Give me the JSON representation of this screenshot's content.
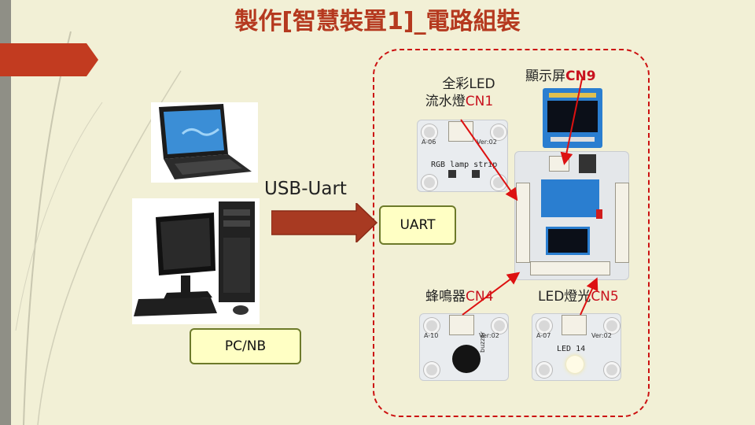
{
  "title": "製作[智慧裝置1]_電路組裝",
  "labels": {
    "rgb_line1": "全彩LED",
    "rgb_line2_prefix": "流水燈",
    "rgb_line2_suffix": "CN1",
    "display_prefix": "顯示屏",
    "display_suffix": "CN9",
    "usb_uart": "USB-Uart",
    "uart": "UART",
    "buzzer_prefix": "蜂鳴器",
    "buzzer_suffix": "CN4",
    "led_prefix": "LED燈光",
    "led_suffix": "CN5",
    "pc_nb": "PC/NB"
  },
  "board_text": {
    "rgb_strip": "RGB lamp strip",
    "rgb_id": "A-06",
    "buzzer_id": "A-10",
    "buzzer_word": "buzzer",
    "led_id": "A-07",
    "led_word": "LED 14",
    "ver": "Ver:02"
  },
  "colors": {
    "title": "#b5391f",
    "accent_red": "#c8121e",
    "arrow": "#a83a22",
    "label_box": "#ffffc4"
  }
}
